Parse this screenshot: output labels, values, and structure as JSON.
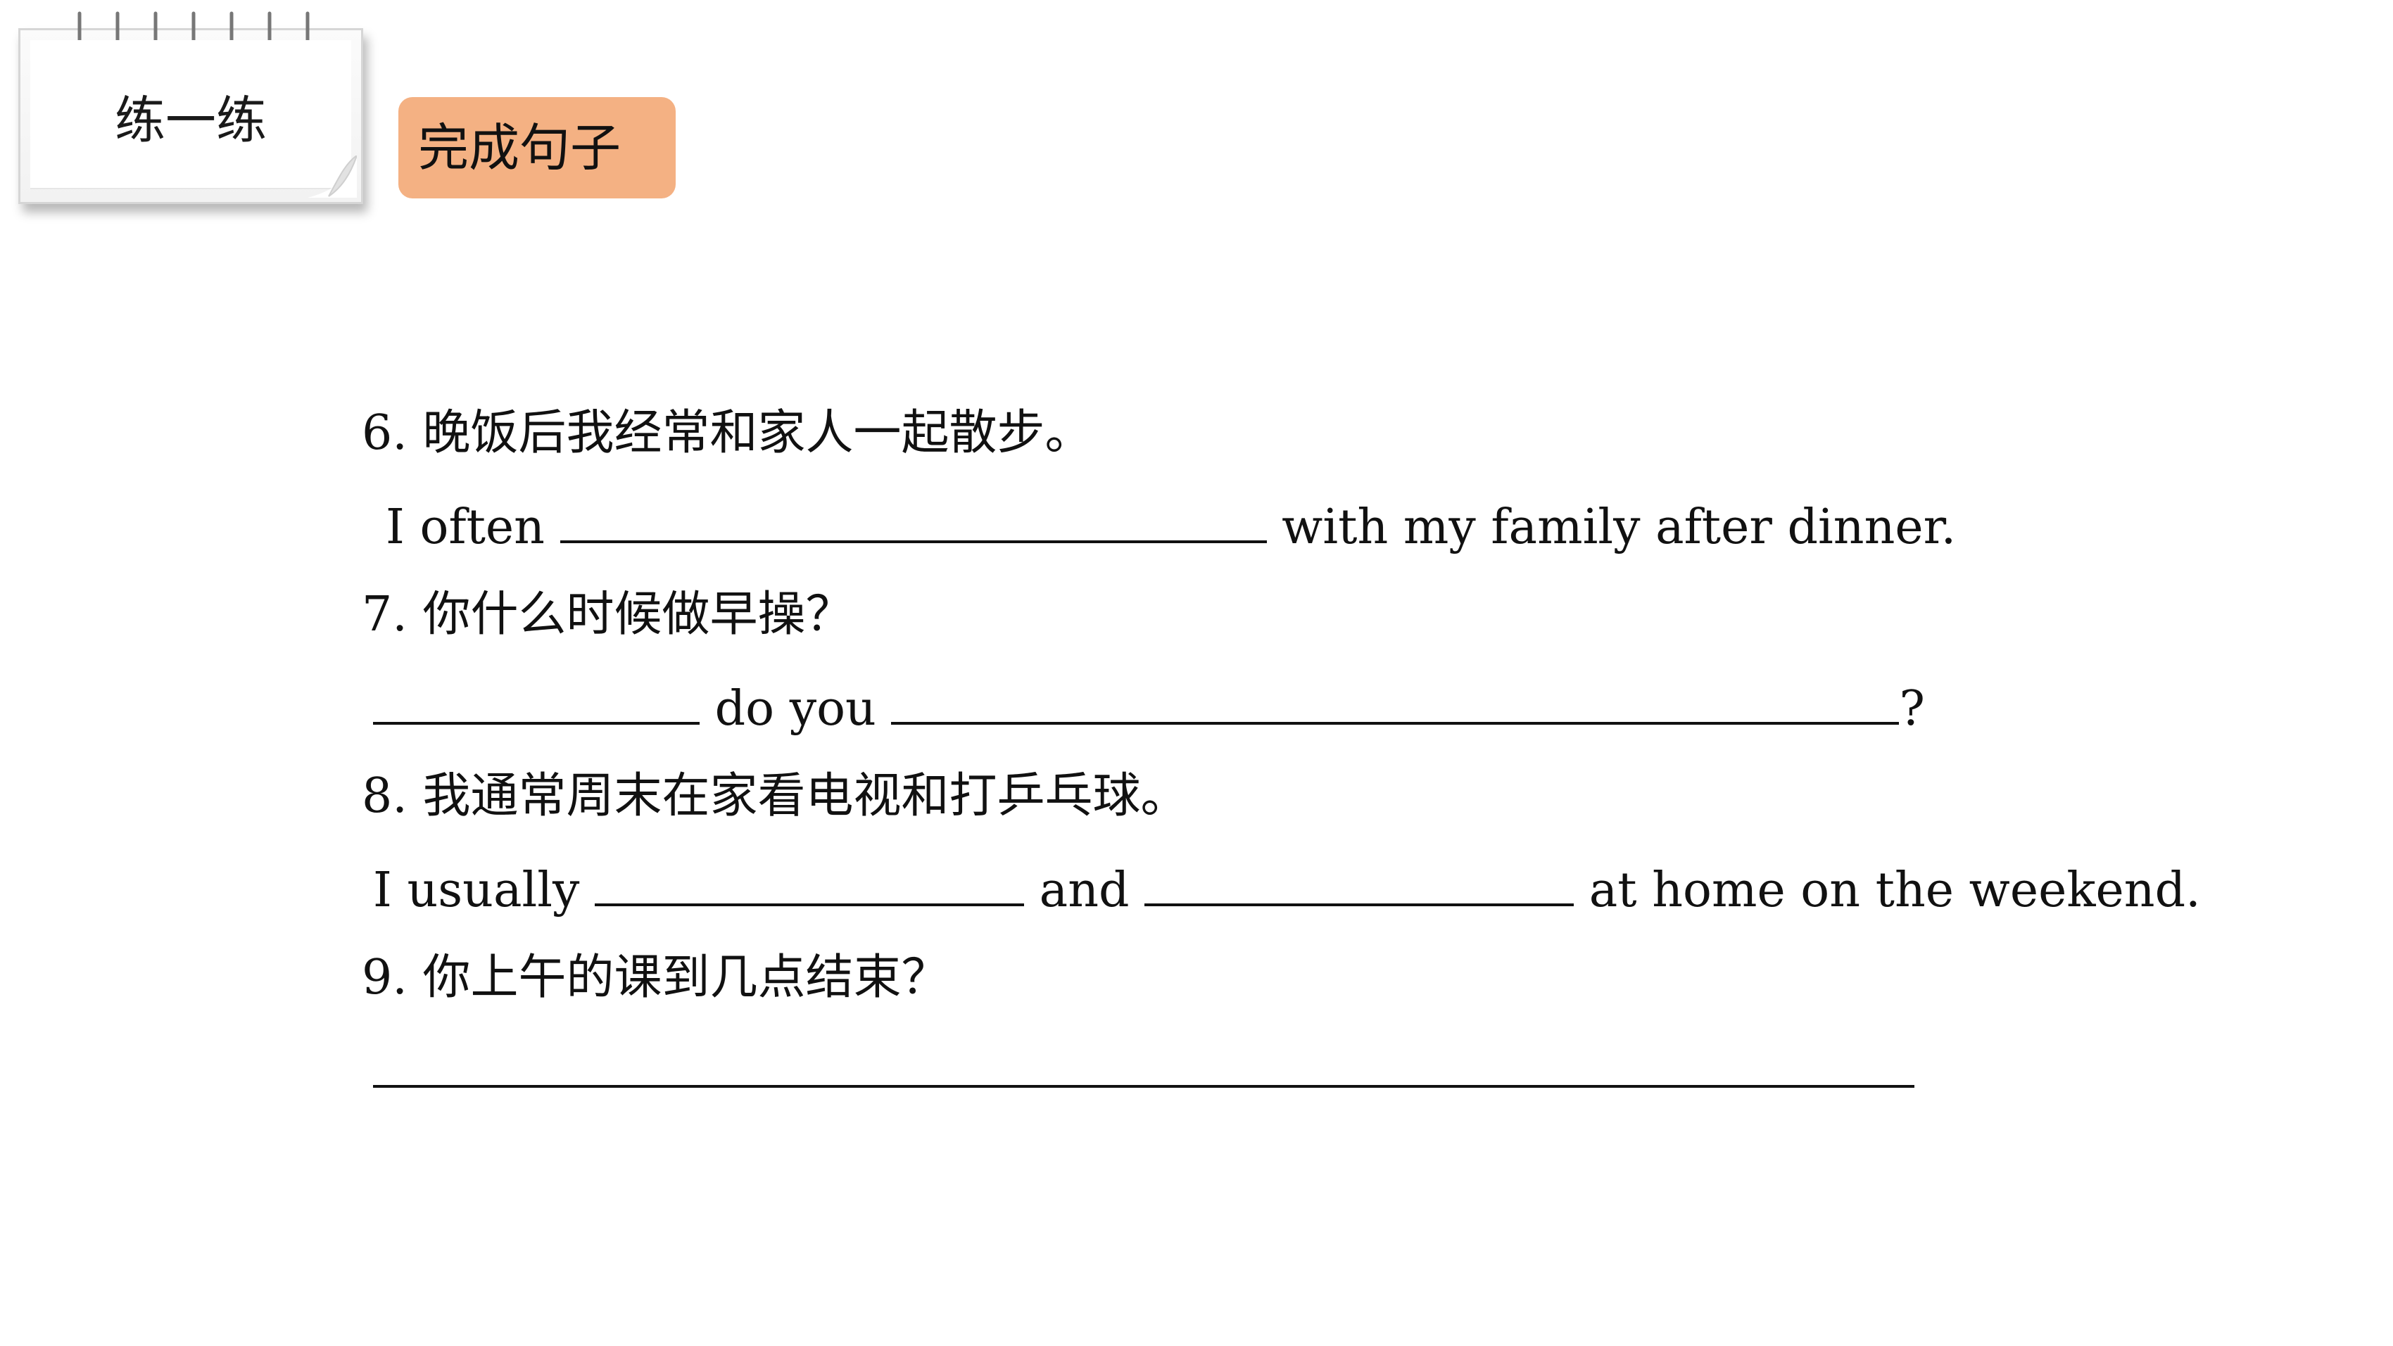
{
  "header": {
    "notepad_title": "练一练",
    "badge_label": "完成句子"
  },
  "exercises": [
    {
      "prompt": "6. 晚饭后我经常和家人一起散步。",
      "answer_parts": [
        "I often ",
        " with my family after dinner."
      ]
    },
    {
      "prompt": "7. 你什么时候做早操？",
      "answer_parts": [
        "",
        " do you ",
        "?"
      ]
    },
    {
      "prompt": "8. 我通常周末在家看电视和打乒乓球。",
      "answer_parts": [
        "I usually ",
        " and ",
        " at home on the weekend."
      ]
    },
    {
      "prompt": "9. 你上午的课到几点结束？",
      "answer_parts": []
    }
  ],
  "colors": {
    "badge": "#f4b183",
    "text": "#111111"
  },
  "icons": [
    "spiral-ring-icon",
    "page-curl-icon"
  ]
}
